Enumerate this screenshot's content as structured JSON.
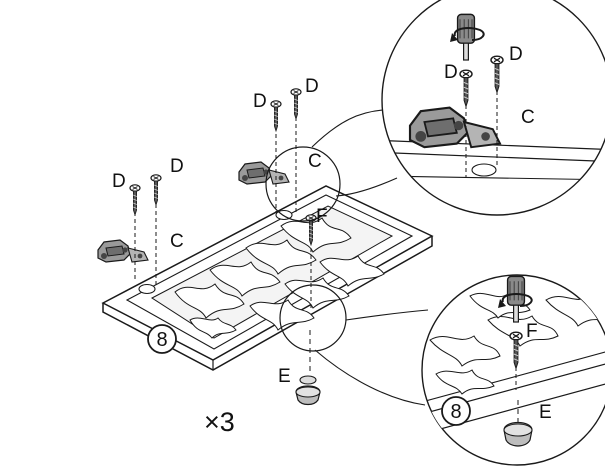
{
  "step_number": "8",
  "quantity_note": "×3",
  "parts": {
    "C": "C",
    "D": "D",
    "E": "E",
    "F": "F"
  },
  "colors": {
    "line": "#1a1a1a",
    "hardware_fill": "#8a8a8a",
    "door_fill": "#ffffff",
    "background": "#ffffff"
  },
  "icons": {
    "rotation": "clockwise-rotation-arrow",
    "tool": "screwdriver"
  }
}
